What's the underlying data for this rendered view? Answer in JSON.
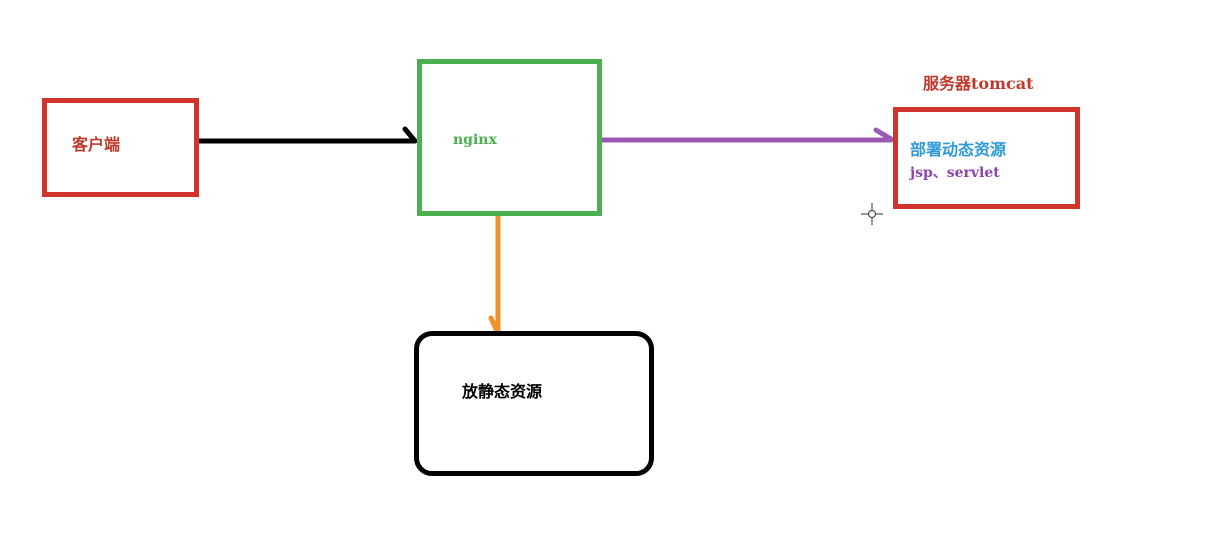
{
  "nodes": {
    "client": {
      "label": "客户端"
    },
    "nginx": {
      "label": "nginx"
    },
    "tomcat": {
      "title": "服务器tomcat",
      "line1": "部署动态资源",
      "line2": "jsp、servlet"
    },
    "static": {
      "label": "放静态资源"
    }
  },
  "edges": [
    {
      "from": "client",
      "to": "nginx",
      "color": "#000000"
    },
    {
      "from": "nginx",
      "to": "tomcat",
      "color": "#9b59b6"
    },
    {
      "from": "nginx",
      "to": "static",
      "color": "#f0922b"
    }
  ],
  "colors": {
    "client_border": "#d0342c",
    "nginx_border": "#4caf50",
    "tomcat_border": "#d0342c",
    "static_border": "#000000"
  },
  "icons": {
    "cursor": "crosshair-cursor-icon"
  }
}
